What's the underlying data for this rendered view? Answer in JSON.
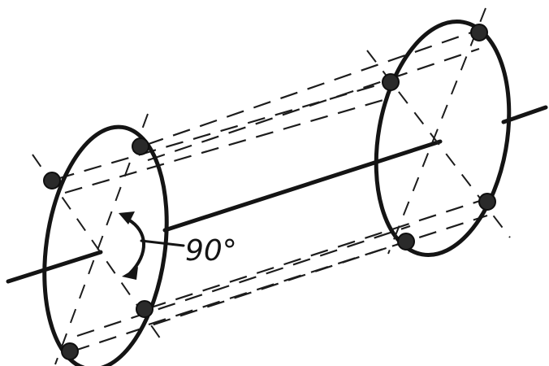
{
  "figure": {
    "angle_label": "90°",
    "front_ring_positions": 4,
    "back_ring_positions": 4,
    "ink_color": "#141414"
  }
}
